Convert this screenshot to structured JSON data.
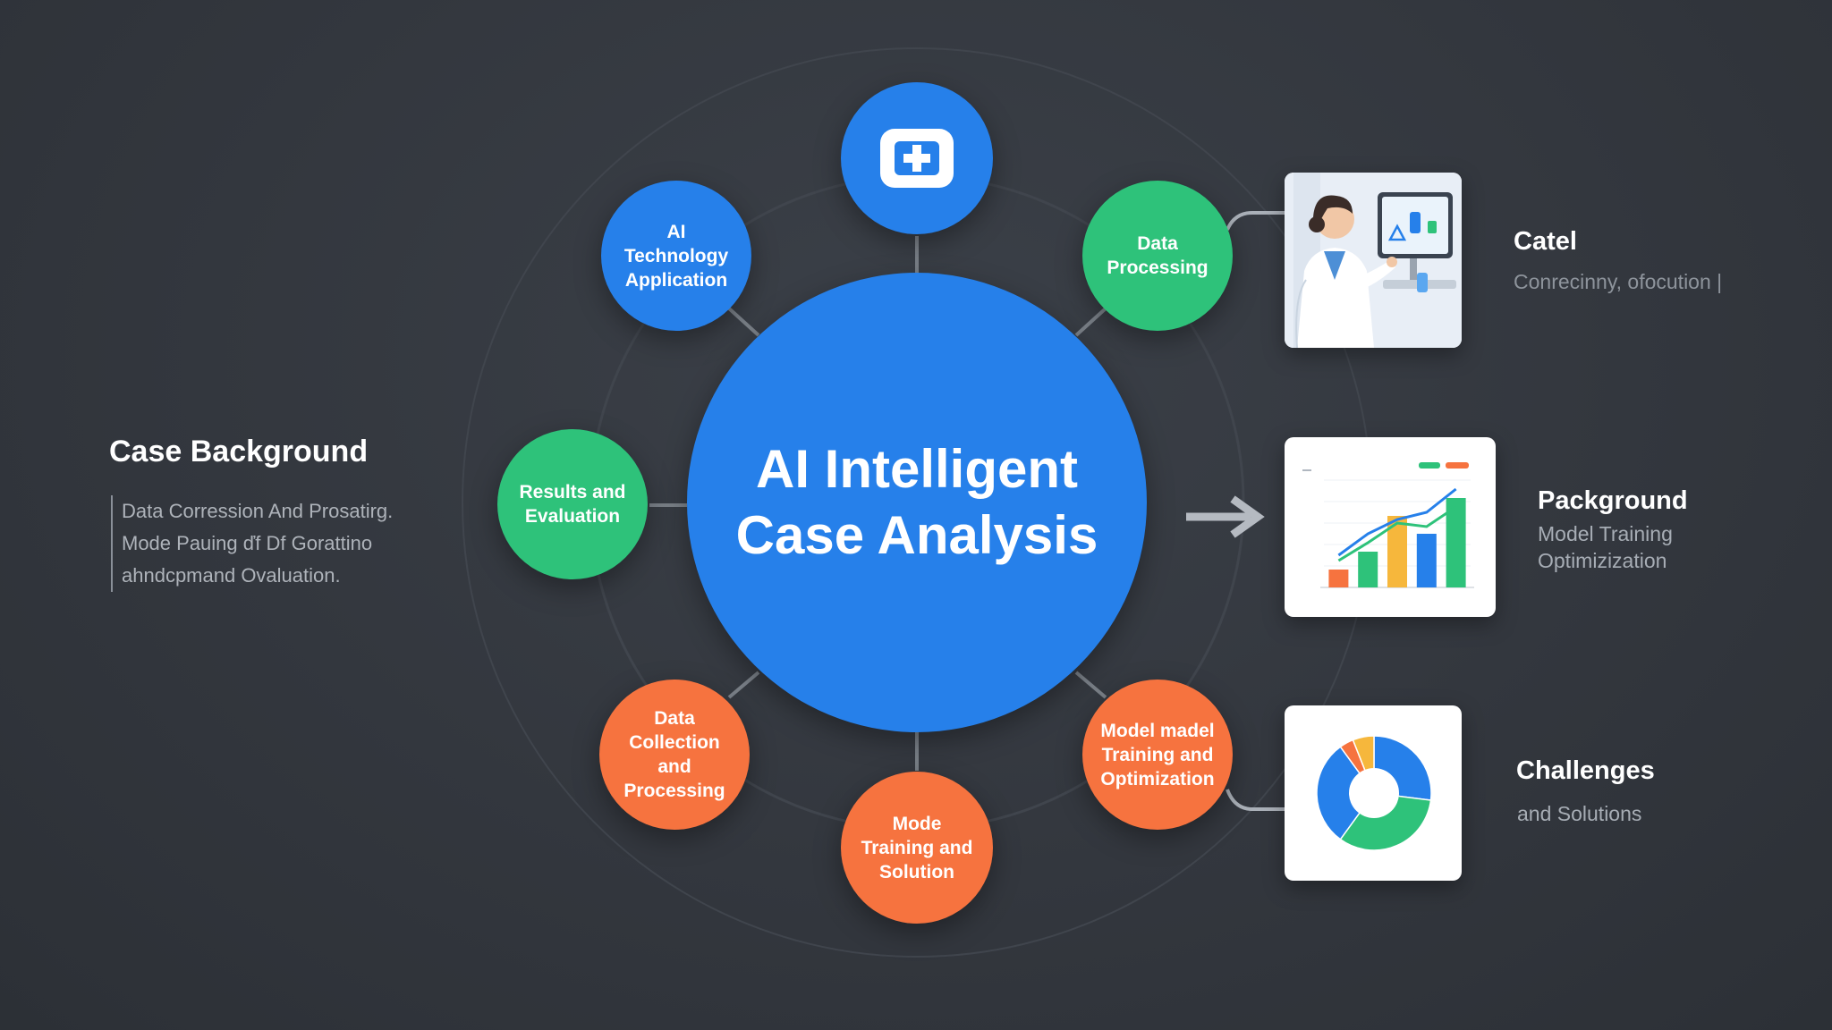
{
  "center": {
    "title_line1": "AI Intelligent",
    "title_line2": "Case Analysis"
  },
  "nodes": {
    "top": {
      "icon": "medical-plus-icon"
    },
    "ai_tech": "AI Technology Application",
    "data_processing": "Data Processing",
    "results": "Results and Evaluation",
    "data_collection": "Data Collection and Processing",
    "mode_training": "Mode Training and Solution",
    "model_training": "Model madel Training and Optimization"
  },
  "left_panel": {
    "title": "Case Background",
    "lines": [
      "Data Corression And Prosatirg.",
      "Mode Pauing ďf Df Gorattino",
      "ahndcpmand Ovaluation."
    ]
  },
  "right_panels": [
    {
      "title": "Catel",
      "subtitle": "Conrecinny, ofocution |",
      "image": "doctor-illustration"
    },
    {
      "title": "Packground",
      "subtitle_line1": "Model Training",
      "subtitle_line2": "Optimizization",
      "image": "bar-line-chart"
    },
    {
      "title": "Challenges",
      "subtitle": "and Solutions",
      "image": "donut-chart"
    }
  ],
  "colors": {
    "blue": "#2680ea",
    "green": "#2ec27a",
    "orange": "#f6733f",
    "yellow": "#f6b73c",
    "background": "#33373e"
  },
  "chart_data": [
    {
      "type": "bar",
      "categories": [
        "",
        "",
        "",
        "",
        ""
      ],
      "values": [
        1,
        2,
        4,
        3,
        5
      ],
      "colors": [
        "#f6733f",
        "#2ec27a",
        "#f6b73c",
        "#2680ea",
        "#2ec27a"
      ],
      "overlay_lines": [
        {
          "color": "#2ec27a",
          "values": [
            1.5,
            2.5,
            3.6,
            3.4,
            4.5
          ]
        },
        {
          "color": "#2680ea",
          "values": [
            1.8,
            3.0,
            3.8,
            4.2,
            5.5
          ]
        }
      ]
    },
    {
      "type": "pie",
      "values": [
        27,
        33,
        30,
        4,
        6
      ],
      "colors": [
        "#2680ea",
        "#2ec27a",
        "#2680ea",
        "#f6733f",
        "#f6b73c"
      ]
    }
  ]
}
